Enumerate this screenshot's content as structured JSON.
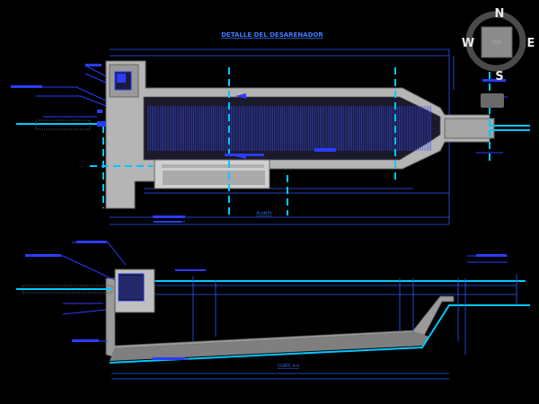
{
  "drawing": {
    "title": "DETALLE DEL DESARENADOR",
    "plan_label": "PLANTA",
    "section_label": "CORTE A-A"
  },
  "viewcube": {
    "north": "N",
    "south": "S",
    "east": "E",
    "west": "W",
    "face": "TOP"
  },
  "colors": {
    "background": "#000000",
    "concrete": "#bdbdbd",
    "annotation_blue": "#2a3cff",
    "water_cyan": "#00c8ff",
    "title_blue": "#3a7bff"
  }
}
